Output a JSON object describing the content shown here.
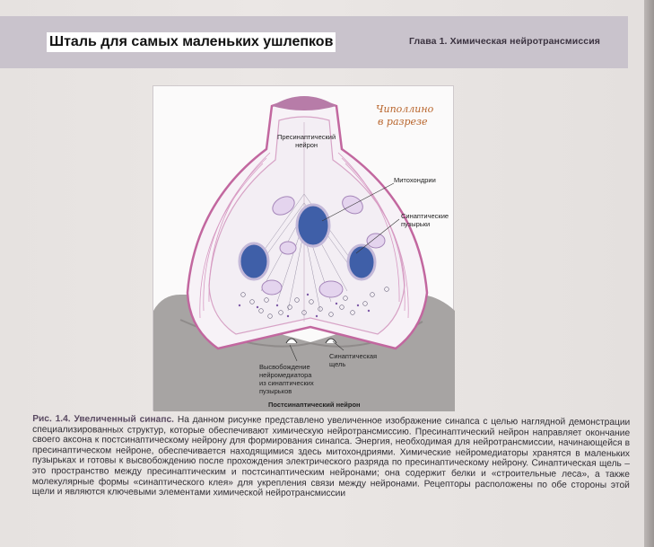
{
  "meme_caption": "Шталь для самых маленьких ушлепков",
  "chapter_title": "Глава 1. Химическая нейротрансмиссия",
  "handwritten_note": [
    "Чиполлино",
    "в разрезе"
  ],
  "figure": {
    "labels": {
      "presynaptic": [
        "Пресинаптический",
        "нейрон"
      ],
      "mitochondria": "Митохондрии",
      "vesicles": [
        "Синаптические",
        "пузырьки"
      ],
      "cleft": [
        "Синаптическая",
        "щель"
      ],
      "released": [
        "Высвобождение",
        "нейромедиатора",
        "из синаптических",
        "пузырьков"
      ],
      "postsynaptic": "Постсинаптический нейрон"
    },
    "colors": {
      "membrane": "#c2679f",
      "cytoplasm": "#f3eef4",
      "mitochondria": "#3f5fa8",
      "postsynaptic": "#a7a4a3"
    }
  },
  "caption": {
    "number": "Рис. 1.4.",
    "title": "Увеличенный синапс.",
    "text": "На данном рисунке представлено увеличенное изображение синапса с целью наглядной демонстрации специализированных структур, которые обеспечивают химическую нейротрансмиссию. Пресинаптический нейрон направляет окончание своего аксона к постсинаптическому нейрону для формирования синапса. Энергия, необходимая для нейротрансмиссии, начинающейся в пресинаптическом нейроне, обеспечивается находящимися здесь митохондриями. Химические нейромедиаторы хранятся в маленьких пузырьках и готовы к высвобождению после прохождения электрического разряда по пресинаптическому нейрону. Синаптическая щель – это пространство между пресинаптическим и постсинаптическим нейронами; она содержит белки и «строительные леса», а также молекулярные формы «синаптического клея» для укрепления связи между нейронами. Рецепторы расположены по обе стороны этой щели и являются ключевыми элементами химической нейротрансмиссии"
  }
}
